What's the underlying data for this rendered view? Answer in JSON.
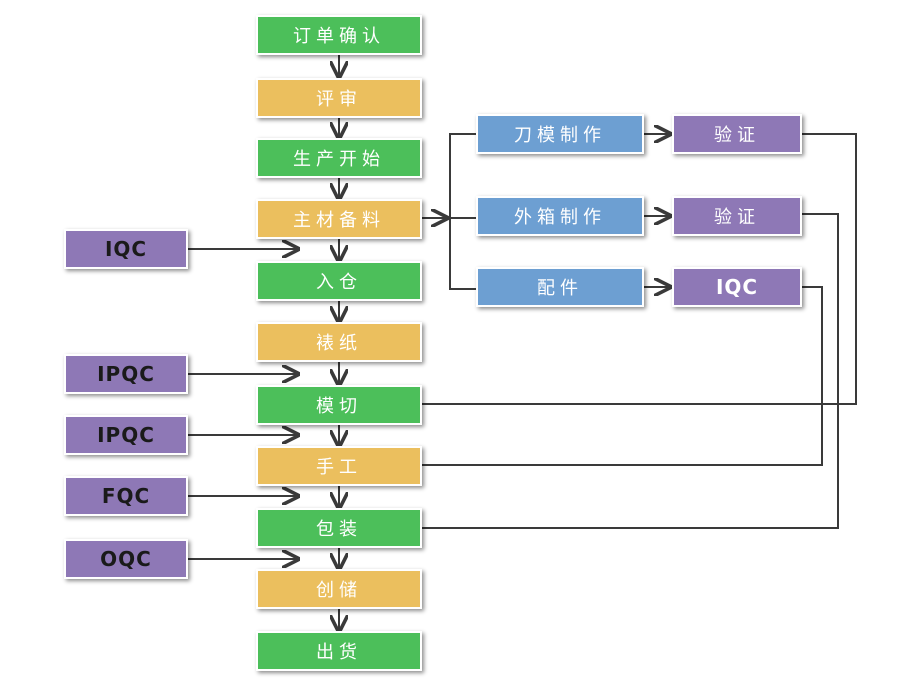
{
  "colors": {
    "green": "#4cbf5a",
    "yellow": "#ebbf5e",
    "blue": "#6d9fd2",
    "purple": "#8e78b6",
    "line": "#3a3a3a"
  },
  "main_flow": [
    {
      "id": "order-confirm",
      "label": "订单确认",
      "color": "green"
    },
    {
      "id": "review",
      "label": "评审",
      "color": "yellow"
    },
    {
      "id": "production-start",
      "label": "生产开始",
      "color": "green"
    },
    {
      "id": "main-material-prep",
      "label": "主材备料",
      "color": "yellow"
    },
    {
      "id": "warehouse-in",
      "label": "入仓",
      "color": "green"
    },
    {
      "id": "paper-mounting",
      "label": "裱纸",
      "color": "yellow"
    },
    {
      "id": "die-cutting",
      "label": "模切",
      "color": "green"
    },
    {
      "id": "manual-work",
      "label": "手工",
      "color": "yellow"
    },
    {
      "id": "packaging",
      "label": "包装",
      "color": "green"
    },
    {
      "id": "storage",
      "label": "创储",
      "color": "yellow"
    },
    {
      "id": "shipping",
      "label": "出货",
      "color": "green"
    }
  ],
  "inspections": [
    {
      "id": "iqc",
      "label": "IQC"
    },
    {
      "id": "ipqc-1",
      "label": "IPQC"
    },
    {
      "id": "ipqc-2",
      "label": "IPQC"
    },
    {
      "id": "fqc",
      "label": "FQC"
    },
    {
      "id": "oqc",
      "label": "OQC"
    }
  ],
  "branches": [
    {
      "id": "die-making",
      "label": "刀模制作",
      "check": "验证"
    },
    {
      "id": "outer-box-making",
      "label": "外箱制作",
      "check": "验证"
    },
    {
      "id": "accessories",
      "label": "配件",
      "check": "IQC"
    }
  ]
}
